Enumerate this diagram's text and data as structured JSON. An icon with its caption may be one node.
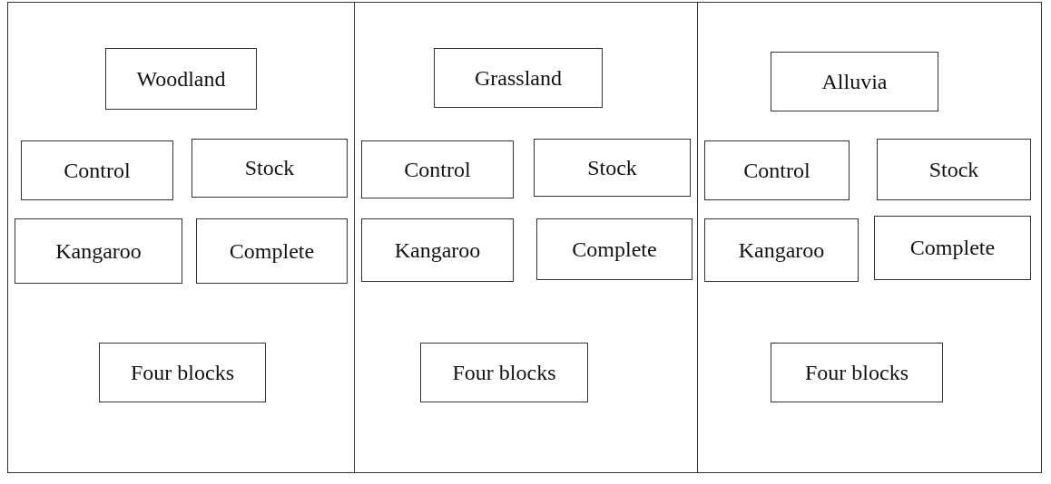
{
  "diagram": {
    "nodes": [
      {
        "text": [],
        "shape": "box"
      },
      {
        "text": [
          "Woodland"
        ],
        "in": 0
      },
      {
        "text": [
          "Control"
        ],
        "in": 0
      },
      {
        "text": [
          "Stock"
        ],
        "in": 0
      },
      {
        "text": [
          "Kangaroo"
        ],
        "in": 0
      },
      {
        "text": [
          "Complete"
        ],
        "in": 0
      },
      {
        "text": [
          "Four blocks"
        ],
        "in": 0
      },
      {
        "text": [],
        "shape": "box"
      },
      {
        "text": [
          "Grassland"
        ],
        "in": 7
      },
      {
        "text": [
          "Control"
        ],
        "in": 7
      },
      {
        "text": [
          "Stock"
        ],
        "in": 7
      },
      {
        "text": [
          "Kangaroo"
        ],
        "in": 7
      },
      {
        "text": [
          "Complete"
        ],
        "in": 7
      },
      {
        "text": [
          "Four blocks"
        ],
        "in": 7
      },
      {
        "text": [],
        "shape": "box"
      },
      {
        "text": [
          "Alluvia"
        ],
        "in": 14
      },
      {
        "text": [
          "Control"
        ],
        "in": 14
      },
      {
        "text": [
          "Stock"
        ],
        "in": 14
      },
      {
        "text": [
          "Kangaroo"
        ],
        "in": 14
      },
      {
        "text": [
          "Complete"
        ],
        "in": 14
      },
      {
        "text": [
          "Four blocks"
        ],
        "in": 14
      }
    ],
    "edges": []
  }
}
